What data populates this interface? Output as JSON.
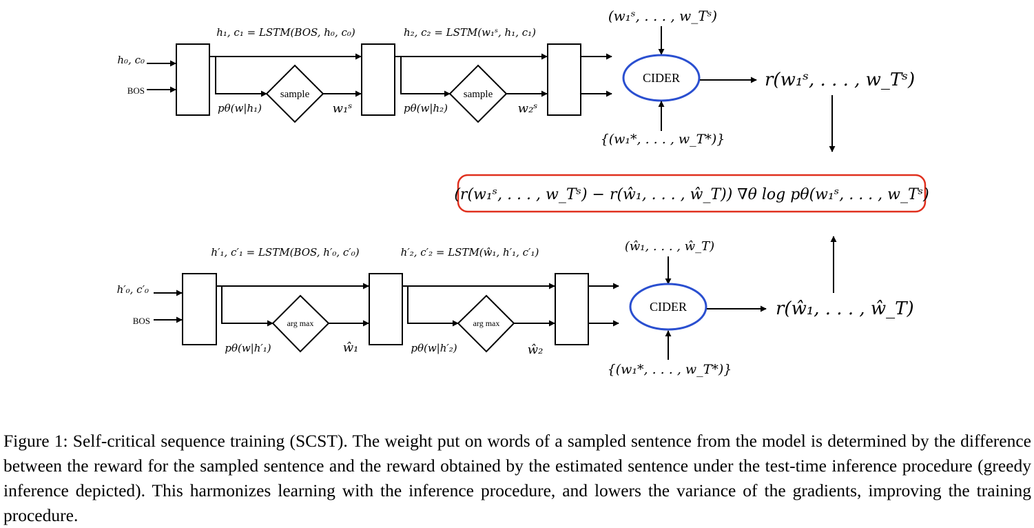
{
  "top": {
    "lstm1_label": "h₁, c₁ = LSTM(BOS, h₀, c₀)",
    "lstm2_label": "h₂, c₂ = LSTM(w₁ˢ, h₁, c₁)",
    "input_state": "h₀, c₀",
    "input_bos": "BOS",
    "decision": "sample",
    "policy1": "pθ(w|h₁)",
    "policy2": "pθ(w|h₂)",
    "output1": "w₁ˢ",
    "output2": "w₂ˢ",
    "seq_in": "(w₁ˢ, . . . , w_Tˢ)",
    "metric": "CIDER",
    "refs": "{(w₁*, . . . , w_T*)}",
    "reward": "r(w₁ˢ, . . . , w_Tˢ)"
  },
  "formula": "(r(w₁ˢ, . . . , w_Tˢ) − r(ŵ₁, . . . , ŵ_T)) ∇θ log pθ(w₁ˢ, . . . , w_Tˢ)",
  "bottom": {
    "lstm1_label": "h′₁, c′₁ = LSTM(BOS, h′₀, c′₀)",
    "lstm2_label": "h′₂, c′₂ = LSTM(ŵ₁, h′₁, c′₁)",
    "input_state": "h′₀, c′₀",
    "input_bos": "BOS",
    "decision": "arg max",
    "policy1": "pθ(w|h′₁)",
    "policy2": "pθ(w|h′₂)",
    "output1": "ŵ₁",
    "output2": "ŵ₂",
    "seq_in": "(ŵ₁, . . . , ŵ_T)",
    "metric": "CIDER",
    "refs": "{(w₁*, . . . , w_T*)}",
    "reward": "r(ŵ₁, . . . , ŵ_T)"
  },
  "caption": "Figure 1: Self-critical sequence training (SCST). The weight put on words of a sampled sentence from the model is determined by the difference between the reward for the sampled sentence and the reward obtained by the estimated sentence under the test-time inference procedure (greedy inference depicted). This harmonizes learning with the inference procedure, and lowers the variance of the gradients, improving the training procedure.",
  "colors": {
    "cider_stroke": "#2a4fd0",
    "formula_stroke": "#e0301e",
    "line": "#000000"
  }
}
